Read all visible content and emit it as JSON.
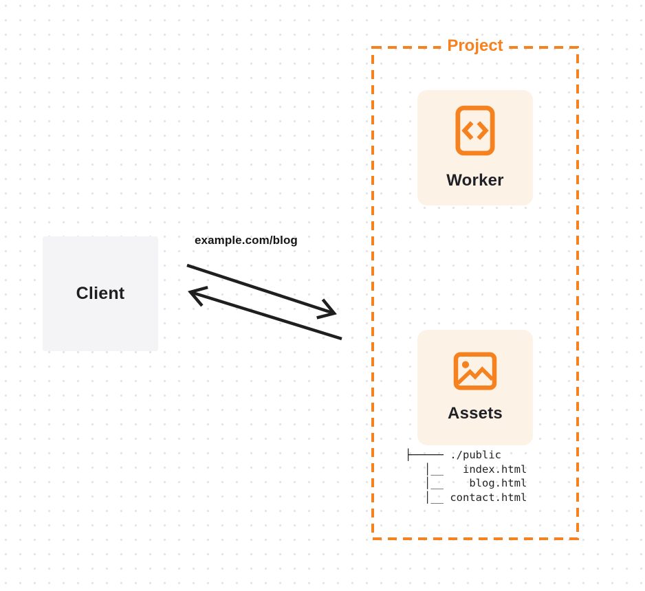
{
  "colors": {
    "accent_orange": "#f6821f",
    "card_background": "#fdf2e6",
    "client_background": "#f4f4f6",
    "arrow_color": "#1f1f1f",
    "text_dark": "#1d1e20",
    "dot_grid": "#e4e4e8"
  },
  "client": {
    "label": "Client"
  },
  "request": {
    "label": "example.com/blog"
  },
  "project": {
    "title": "Project",
    "worker": {
      "label": "Worker",
      "icon": "code-file-icon"
    },
    "assets": {
      "label": "Assets",
      "icon": "image-icon",
      "file_tree_lines": [
        "├───── ./public",
        "   │__   index.html",
        "   │__    blog.html",
        "   │__ contact.html"
      ]
    }
  }
}
